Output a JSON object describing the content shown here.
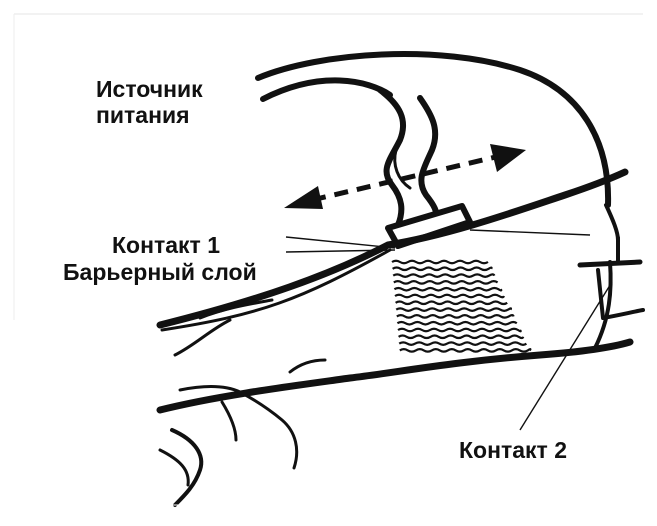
{
  "labels": {
    "power_source_line1": "Источник",
    "power_source_line2": "питания",
    "contact_1": "Контакт 1",
    "barrier_layer": "Барьерный слой",
    "contact_2": "Контакт 2"
  },
  "icons": {
    "device": "handheld-applicator-icon",
    "arrow": "double-headed-dashed-arrow-icon",
    "waves": "wave-pattern-icon",
    "limb": "arm-outline-icon"
  }
}
